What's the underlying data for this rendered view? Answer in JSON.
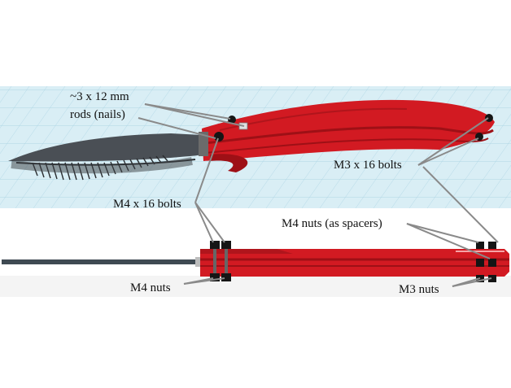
{
  "labels": {
    "rods_line1": "~3 x 12 mm",
    "rods_line2": "rods (nails)",
    "m3_bolts": "M3 x 16 bolts",
    "m4_bolts": "M4 x 16 bolts",
    "m4_spacers": "M4 nuts (as spacers)",
    "m4_nuts": "M4 nuts",
    "m3_nuts": "M3 nuts"
  },
  "colors": {
    "handle_red": "#d21a22",
    "handle_dark": "#9e1016",
    "blade_gray": "#4a4f55",
    "grid_bg": "#d9eef5",
    "hardware_black": "#151515",
    "leader_gray": "#8a8a8a"
  }
}
